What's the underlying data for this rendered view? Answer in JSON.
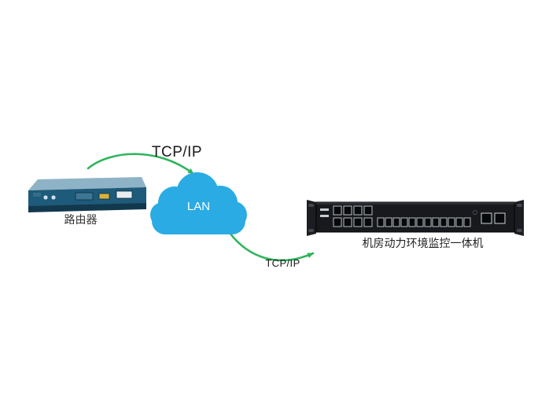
{
  "diagram": {
    "labels": {
      "tcp_ip_top": "TCP/IP",
      "lan": "LAN",
      "router": "路由器",
      "tcp_ip_bottom": "TCP/IP",
      "monitor": "机房动力环境监控一体机"
    },
    "colors": {
      "arrow_green": "#2fb45c",
      "cloud_blue": "#2aabe4",
      "router_front": "#1e5a7a",
      "device_body": "#17191d"
    },
    "connections": [
      {
        "from": "router",
        "to": "lan",
        "label": "TCP/IP"
      },
      {
        "from": "lan",
        "to": "monitor",
        "label": "TCP/IP"
      }
    ]
  }
}
